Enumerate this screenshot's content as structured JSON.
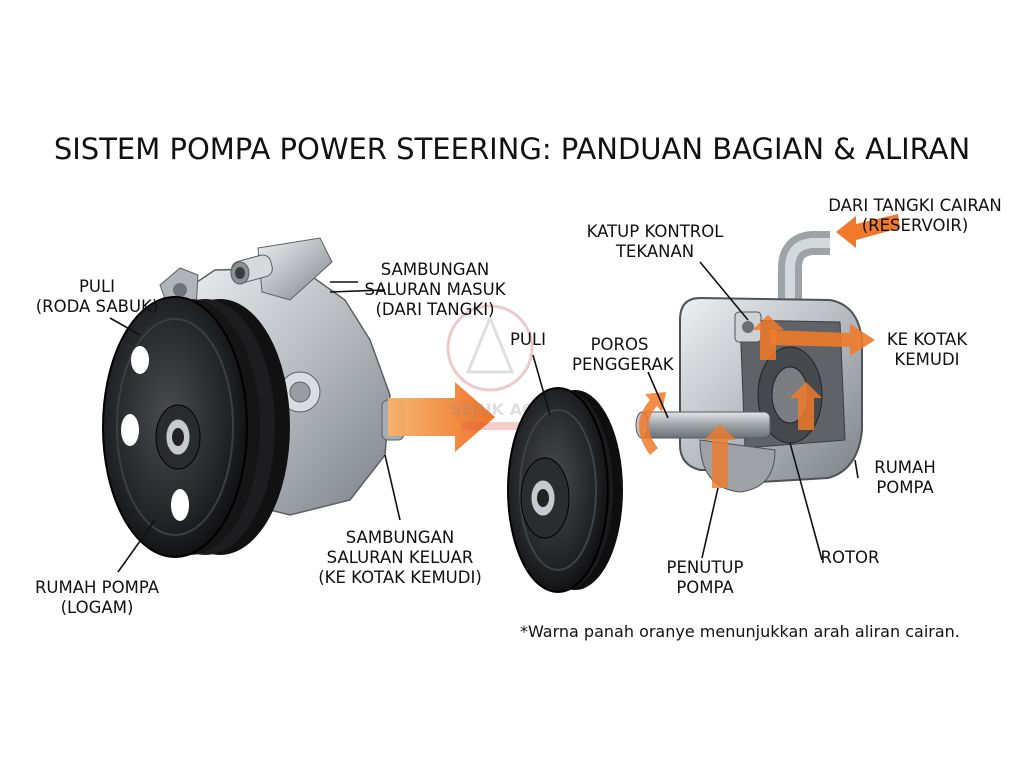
{
  "title": "SISTEM POMPA POWER STEERING: PANDUAN BAGIAN & ALIRAN",
  "labels": {
    "puli_left": [
      "PULI",
      "(RODA SABUK)"
    ],
    "inlet": [
      "SAMBUNGAN",
      "SALURAN MASUK",
      "(DARI TANGKI)"
    ],
    "housing_left": [
      "RUMAH POMPA",
      "(LOGAM)"
    ],
    "outlet": [
      "SAMBUNGAN",
      "SALURAN KELUAR",
      "(KE KOTAK KEMUDI)"
    ],
    "puli_mid": [
      "PULI"
    ],
    "valve": [
      "KATUP KONTROL",
      "TEKANAN"
    ],
    "reservoir": [
      "DARI TANGKI CAIRAN",
      "(RESERVOIR)"
    ],
    "shaft": [
      "POROS",
      "PENGGERAK"
    ],
    "to_steering": [
      "KE KOTAK",
      "KEMUDI"
    ],
    "housing_right": [
      "RUMAH",
      "POMPA"
    ],
    "cover": [
      "PENUTUP",
      "POMPA"
    ],
    "rotor": [
      "ROTOR"
    ]
  },
  "note": "*Warna panah oranye menunjukkan arah aliran cairan.",
  "watermark": "SEJUK AC",
  "colors": {
    "flow_arrow": "#f07a2a",
    "metal": "#c9ccd0",
    "pulley": "#1c1c1e"
  }
}
